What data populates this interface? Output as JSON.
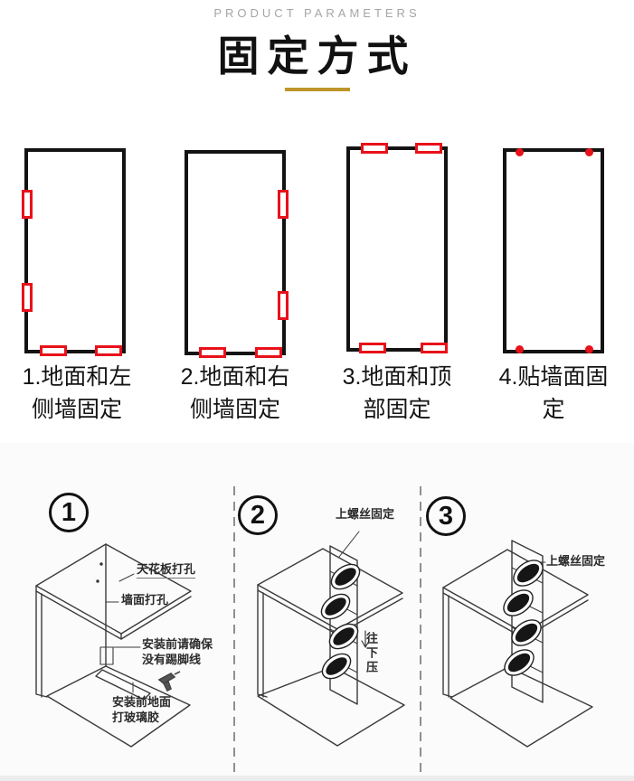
{
  "header": {
    "eyebrow": "PRODUCT PARAMETERS",
    "title": "固定方式"
  },
  "colors": {
    "accent_red": "#e8111a",
    "gold_underline": "#bf9629",
    "line_art": "#3a3a3a",
    "lower_section_bg": "#fbfbfb"
  },
  "methods": [
    {
      "caption_line1": "1.地面和左",
      "caption_line2": "侧墙固定",
      "clip_layout": "left-side-and-bottom"
    },
    {
      "caption_line1": "2.地面和右",
      "caption_line2": "侧墙固定",
      "clip_layout": "right-side-and-bottom"
    },
    {
      "caption_line1": "3.地面和顶",
      "caption_line2": "部固定",
      "clip_layout": "top-and-bottom"
    },
    {
      "caption_line1": "4.贴墙面固",
      "caption_line2": "定",
      "clip_layout": "corner-dots"
    }
  ],
  "steps": [
    {
      "number": "1",
      "labels": {
        "ceiling": "天花板打孔",
        "wall": "墙面打孔",
        "skirting_line1": "安装前请确保",
        "skirting_line2": "没有踢脚线",
        "glue_line1": "安装前地面",
        "glue_line2": "打玻璃胶"
      }
    },
    {
      "number": "2",
      "labels": {
        "screw": "上螺丝固定",
        "press": "往下压"
      }
    },
    {
      "number": "3",
      "labels": {
        "screw": "上螺丝固定"
      }
    }
  ]
}
